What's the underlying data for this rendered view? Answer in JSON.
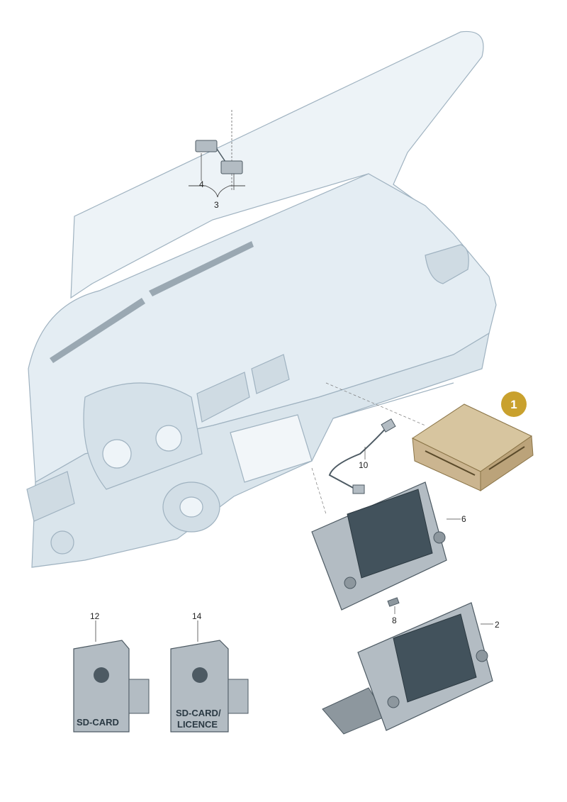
{
  "diagram": {
    "callouts": {
      "c1": "1",
      "c2": "2",
      "c3": "3",
      "c4": "4",
      "c6": "6",
      "c8": "8",
      "c10": "10",
      "c12": "12",
      "c14": "14"
    },
    "cards": {
      "card12": "SD-CARD",
      "card14_line1": "SD-CARD/",
      "card14_line2": "LICENCE"
    },
    "colors": {
      "dash_fill": "#e4edf3",
      "dash_stroke": "#9fb2c0",
      "part_fill": "#b3bcc3",
      "part_dark": "#4d5a63",
      "highlight_fill": "#cbb590",
      "badge": "#c9a12e"
    }
  }
}
